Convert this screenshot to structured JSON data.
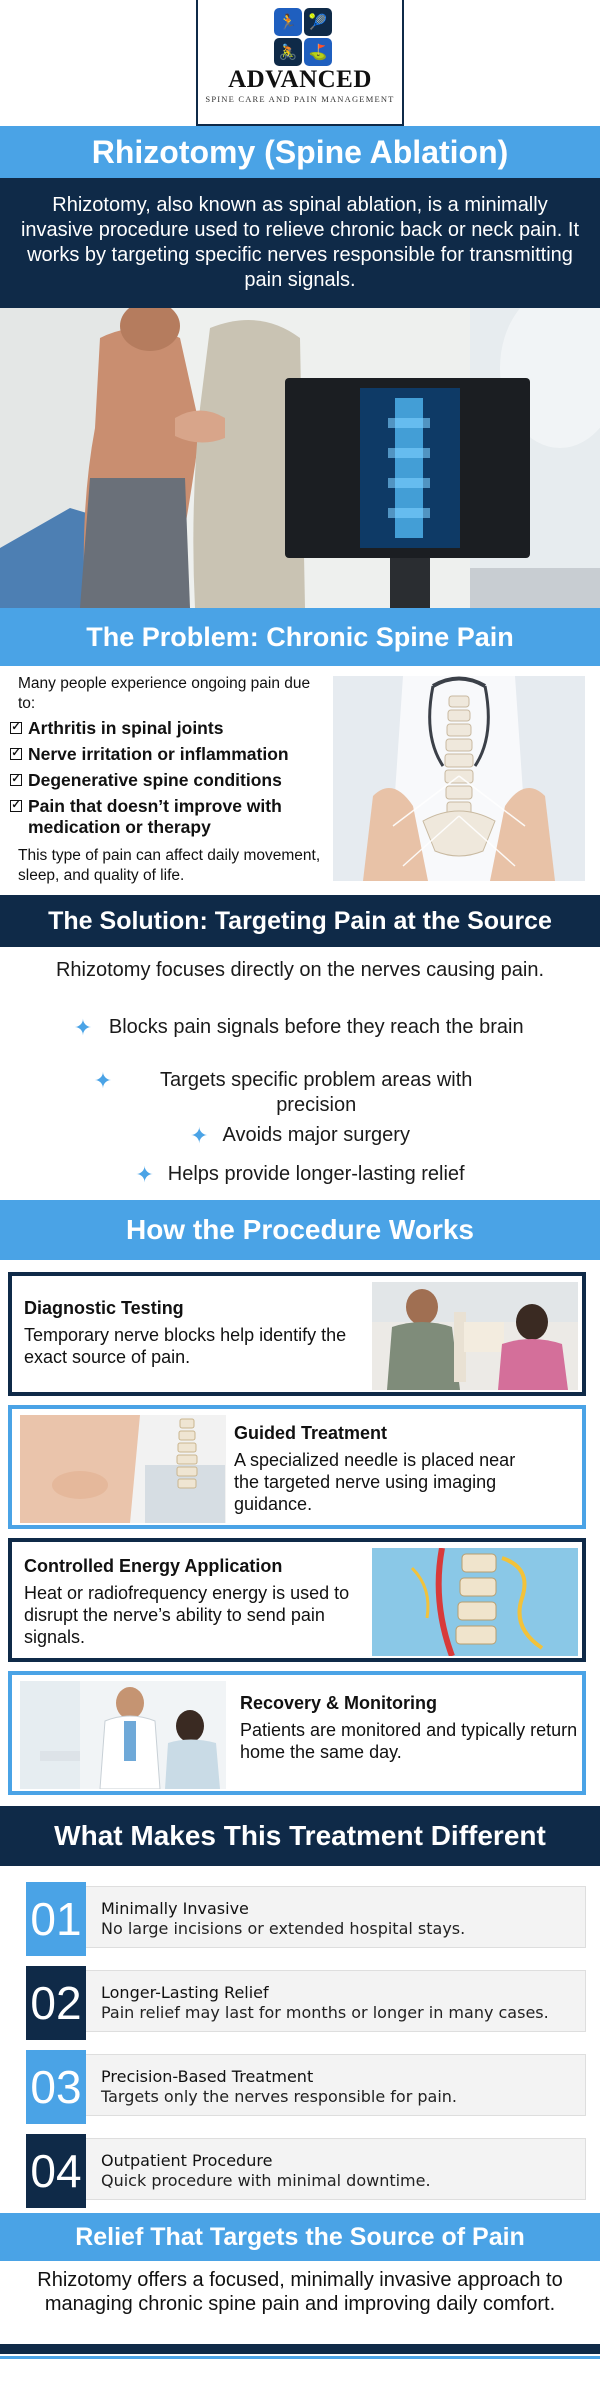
{
  "logo": {
    "name": "Advanced",
    "tagline": "SPINE CARE AND PAIN MANAGEMENT",
    "icons": [
      "runner-icon",
      "tennis-player-icon",
      "cyclist-icon",
      "golfer-icon"
    ]
  },
  "title": "Rhizotomy (Spine Ablation)",
  "intro": "Rhizotomy, also known as spinal ablation, is a minimally invasive procedure used to relieve chronic back or neck pain. It works by targeting specific nerves responsible for transmitting pain signals.",
  "problem": {
    "heading": "The Problem: Chronic Spine Pain",
    "intro": "Many people experience ongoing pain due to:",
    "items": [
      "Arthritis in spinal joints",
      "Nerve irritation or inflammation",
      "Degenerative spine conditions",
      "Pain that doesn’t improve with medication or therapy"
    ],
    "note": "This type of pain can affect daily movement, sleep, and quality of life."
  },
  "solution": {
    "heading": "The Solution: Targeting Pain at the Source",
    "intro": "Rhizotomy focuses directly on the nerves causing pain.",
    "items": [
      "Blocks pain signals before they reach the brain",
      "Targets specific problem areas with precision",
      "Avoids major surgery",
      "Helps provide longer-lasting relief"
    ]
  },
  "procedure": {
    "heading": "How the Procedure Works",
    "steps": [
      {
        "title": "Diagnostic Testing",
        "text": "Temporary nerve blocks help identify the exact source of pain."
      },
      {
        "title": "Guided Treatment",
        "text": "A specialized needle is placed near the targeted nerve using imaging guidance."
      },
      {
        "title": "Controlled Energy Application",
        "text": "Heat or radiofrequency energy is used to disrupt the nerve’s ability to send pain signals."
      },
      {
        "title": "Recovery & Monitoring",
        "text": "Patients are monitored and typically return home the same day."
      }
    ]
  },
  "different": {
    "heading": "What Makes This Treatment Different",
    "items": [
      {
        "num": "01",
        "title": "Minimally Invasive",
        "text": "No large incisions or extended hospital stays."
      },
      {
        "num": "02",
        "title": "Longer-Lasting Relief",
        "text": "Pain relief may last for months or longer in many cases."
      },
      {
        "num": "03",
        "title": "Precision-Based Treatment",
        "text": "Targets only the nerves responsible for pain."
      },
      {
        "num": "04",
        "title": "Outpatient Procedure",
        "text": "Quick procedure with minimal downtime."
      }
    ]
  },
  "relief": {
    "heading": "Relief That Targets the Source of Pain",
    "text": "Rhizotomy offers a focused, minimally invasive approach to managing chronic spine pain and improving daily comfort."
  },
  "colors": {
    "light_blue": "#4aa3e6",
    "navy": "#0f2a48"
  }
}
